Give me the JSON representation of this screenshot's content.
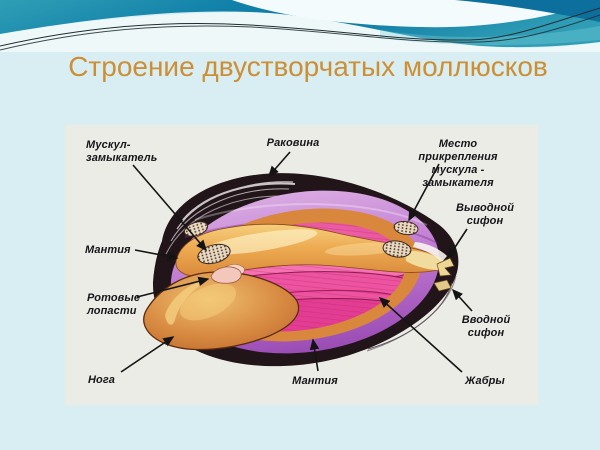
{
  "title": "Строение двустворчатых моллюсков",
  "diagram": {
    "labels": {
      "adductor_muscle": "Мускул-\nзамыкатель",
      "shell": "Раковина",
      "attachment_site": "Место прикрепления\nмускула - замыкателя",
      "excurrent_siphon": "Выводной\nсифон",
      "mantle_left": "Мантия",
      "oral_lobes": "Ротовые\nлопасти",
      "foot": "Нога",
      "mantle_bottom": "Мантия",
      "gills": "Жабры",
      "incurrent_siphon": "Вводной\nсифон"
    }
  },
  "palette": {
    "page_background": "#d8eef2",
    "title_text": "#cd8f35",
    "header_teal": "#1180a9",
    "panel_background": "#ecece7",
    "shell_black": "#211519",
    "mantle_purple": "#bd76cf",
    "body_orange": "#edab52",
    "gills_pink": "#e03d8d",
    "foot_brown": "#d88a42"
  }
}
